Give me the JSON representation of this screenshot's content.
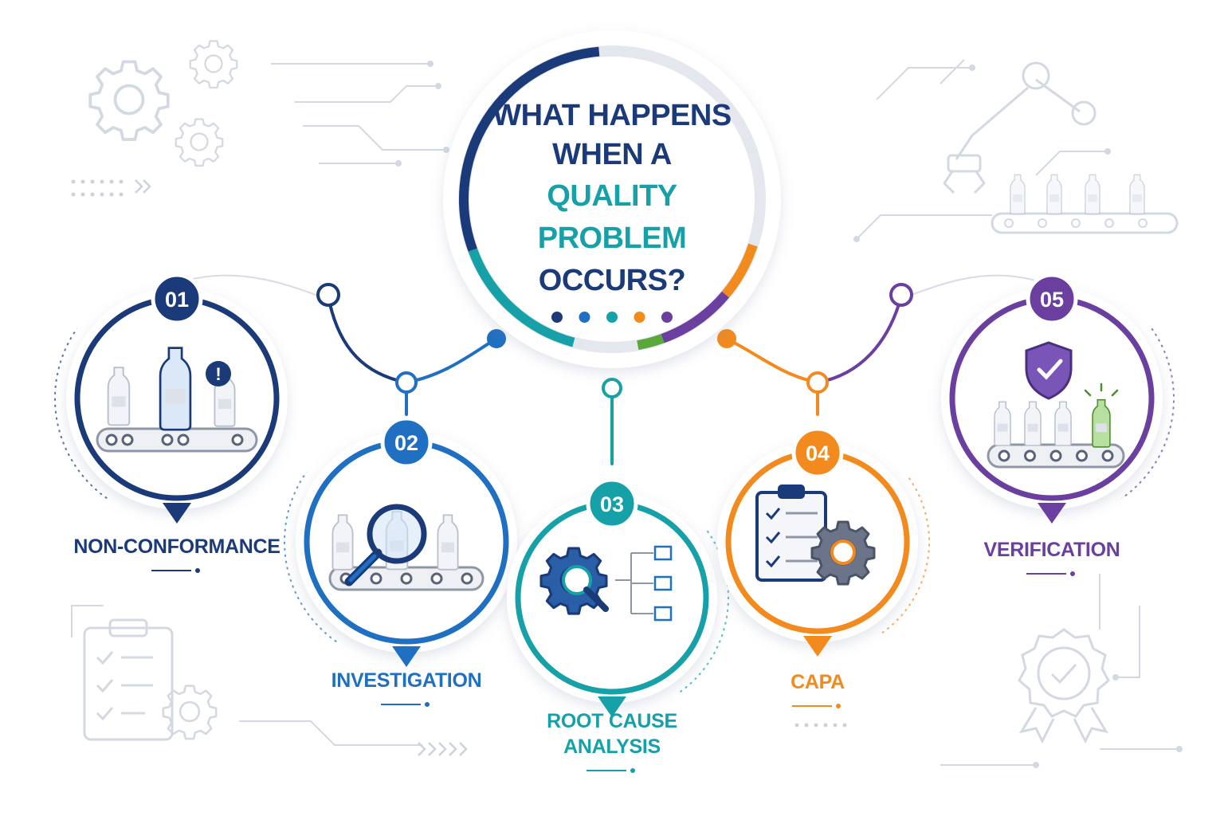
{
  "title": {
    "lines": [
      {
        "text": "WHAT HAPPENS",
        "color": "#1b3a7a"
      },
      {
        "text": "WHEN A",
        "color": "#1b3a7a"
      },
      {
        "text": "QUALITY",
        "color": "#16a0a8"
      },
      {
        "text": "PROBLEM",
        "color": "#16a0a8"
      },
      {
        "text": "OCCURS?",
        "color": "#1b3a7a"
      }
    ],
    "dot_colors": [
      "#1b3a7a",
      "#1f6fc2",
      "#16a0a8",
      "#f28a1e",
      "#6a3fa0"
    ]
  },
  "steps": [
    {
      "number": "01",
      "label_lines": [
        "NON-CONFORMANCE"
      ],
      "color": "#1b3a7a",
      "icon": "bottles-conveyor-alert-icon"
    },
    {
      "number": "02",
      "label_lines": [
        "INVESTIGATION"
      ],
      "color": "#1f6fc2",
      "icon": "magnifier-bottles-icon"
    },
    {
      "number": "03",
      "label_lines": [
        "ROOT CAUSE",
        "ANALYSIS"
      ],
      "color": "#16a0a8",
      "icon": "gear-magnifier-tree-icon"
    },
    {
      "number": "04",
      "label_lines": [
        "CAPA"
      ],
      "color": "#f28a1e",
      "icon": "clipboard-gear-icon"
    },
    {
      "number": "05",
      "label_lines": [
        "VERIFICATION"
      ],
      "color": "#6a3fa0",
      "icon": "shield-check-conveyor-icon"
    }
  ]
}
